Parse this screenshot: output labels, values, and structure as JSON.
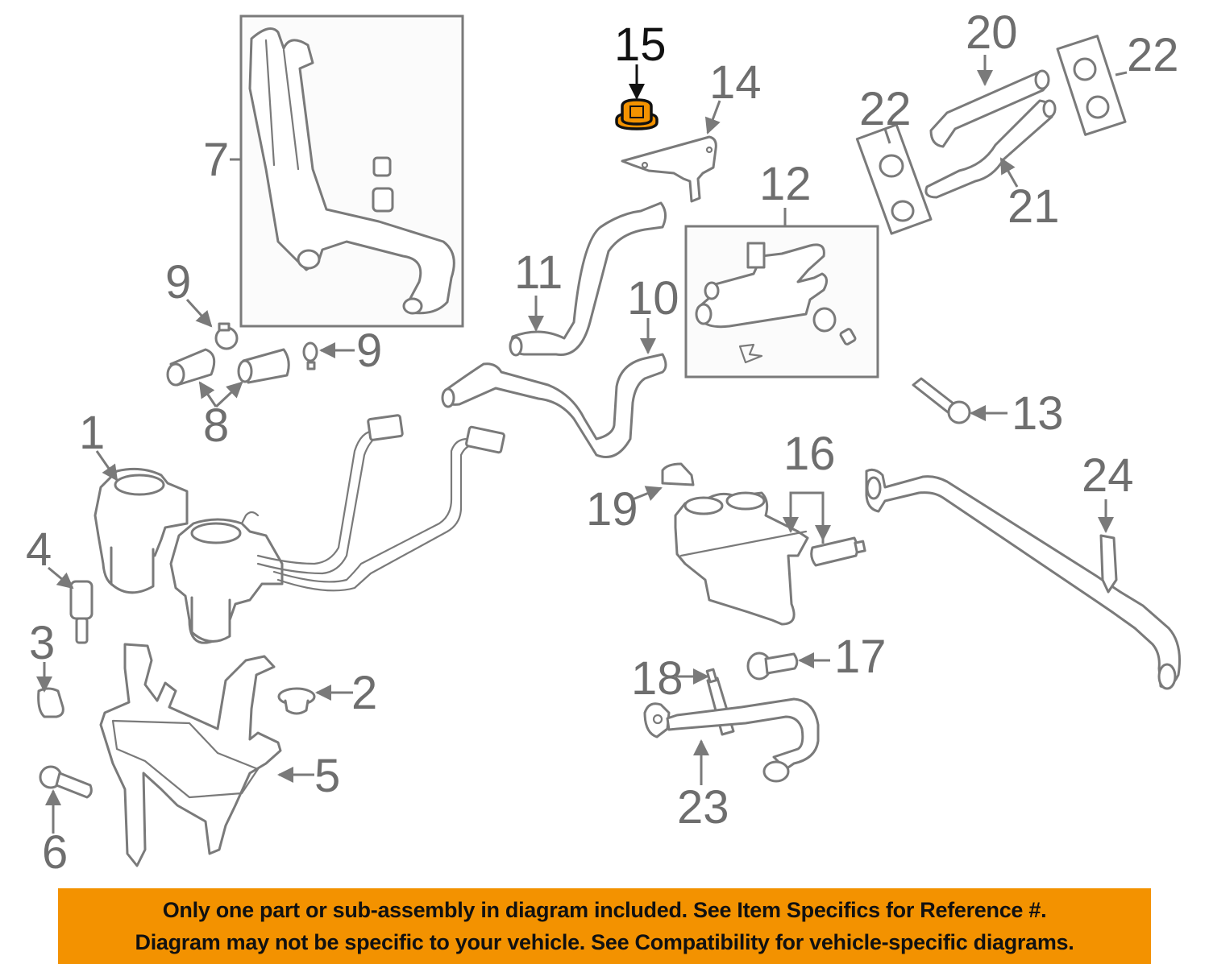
{
  "diagram": {
    "title": "Secondary air injection system exploded parts diagram",
    "highlighted_callout": "15",
    "highlight_color": "#f39200",
    "line_color": "#7a7a7a",
    "callouts": [
      {
        "id": "c1",
        "label": "1",
        "part": "air-pump-assembly"
      },
      {
        "id": "c2",
        "label": "2",
        "part": "grommet"
      },
      {
        "id": "c3",
        "label": "3",
        "part": "clip"
      },
      {
        "id": "c4",
        "label": "4",
        "part": "cushion"
      },
      {
        "id": "c5",
        "label": "5",
        "part": "pump-bracket"
      },
      {
        "id": "c6",
        "label": "6",
        "part": "bolt"
      },
      {
        "id": "c7",
        "label": "7",
        "part": "air-pipe-assembly"
      },
      {
        "id": "c8",
        "label": "8",
        "part": "hose"
      },
      {
        "id": "c9a",
        "label": "9",
        "part": "hose-clamp"
      },
      {
        "id": "c9b",
        "label": "9",
        "part": "hose-clamp"
      },
      {
        "id": "c10",
        "label": "10",
        "part": "hose"
      },
      {
        "id": "c11",
        "label": "11",
        "part": "hose"
      },
      {
        "id": "c12",
        "label": "12",
        "part": "pipe-assembly"
      },
      {
        "id": "c13",
        "label": "13",
        "part": "bolt"
      },
      {
        "id": "c14",
        "label": "14",
        "part": "bracket"
      },
      {
        "id": "c15",
        "label": "15",
        "part": "nut"
      },
      {
        "id": "c16",
        "label": "16",
        "part": "switching-valve"
      },
      {
        "id": "c17",
        "label": "17",
        "part": "bolt"
      },
      {
        "id": "c18",
        "label": "18",
        "part": "stud"
      },
      {
        "id": "c19",
        "label": "19",
        "part": "nut"
      },
      {
        "id": "c20",
        "label": "20",
        "part": "hose"
      },
      {
        "id": "c21",
        "label": "21",
        "part": "hose"
      },
      {
        "id": "c22a",
        "label": "22",
        "part": "clamp-set"
      },
      {
        "id": "c22b",
        "label": "22",
        "part": "clamp-set"
      },
      {
        "id": "c23",
        "label": "23",
        "part": "air-pipe"
      },
      {
        "id": "c24",
        "label": "24",
        "part": "air-pipe"
      }
    ]
  },
  "banner": {
    "line1": "Only one part or sub-assembly in diagram included. See Item Specifics for Reference #.",
    "line2": "Diagram may not be specific to your vehicle. See Compatibility for vehicle-specific diagrams.",
    "background": "#f39200"
  }
}
